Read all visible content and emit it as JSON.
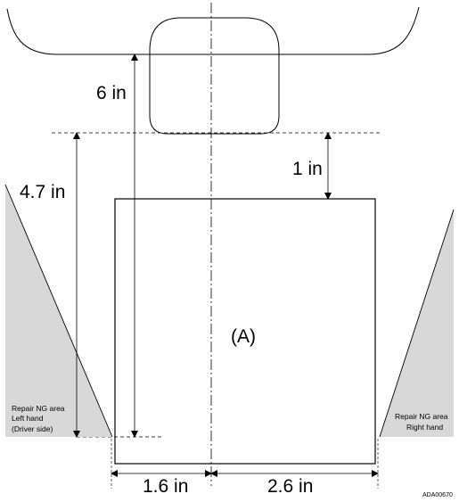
{
  "labels": {
    "area": "(A)",
    "dim_6": "6 in",
    "dim_4_7": "4.7 in",
    "dim_1": "1 in",
    "dim_1_6": "1.6 in",
    "dim_2_6": "2.6 in",
    "left_line1": "Repair NG area",
    "left_line2": "Left hand",
    "left_line3": "(Driver side)",
    "right_line1": "Repair NG area",
    "right_line2": "Right hand",
    "code": "ADA00670"
  },
  "colors": {
    "line": "#000000",
    "ng_fill": "#d8d8d8"
  }
}
